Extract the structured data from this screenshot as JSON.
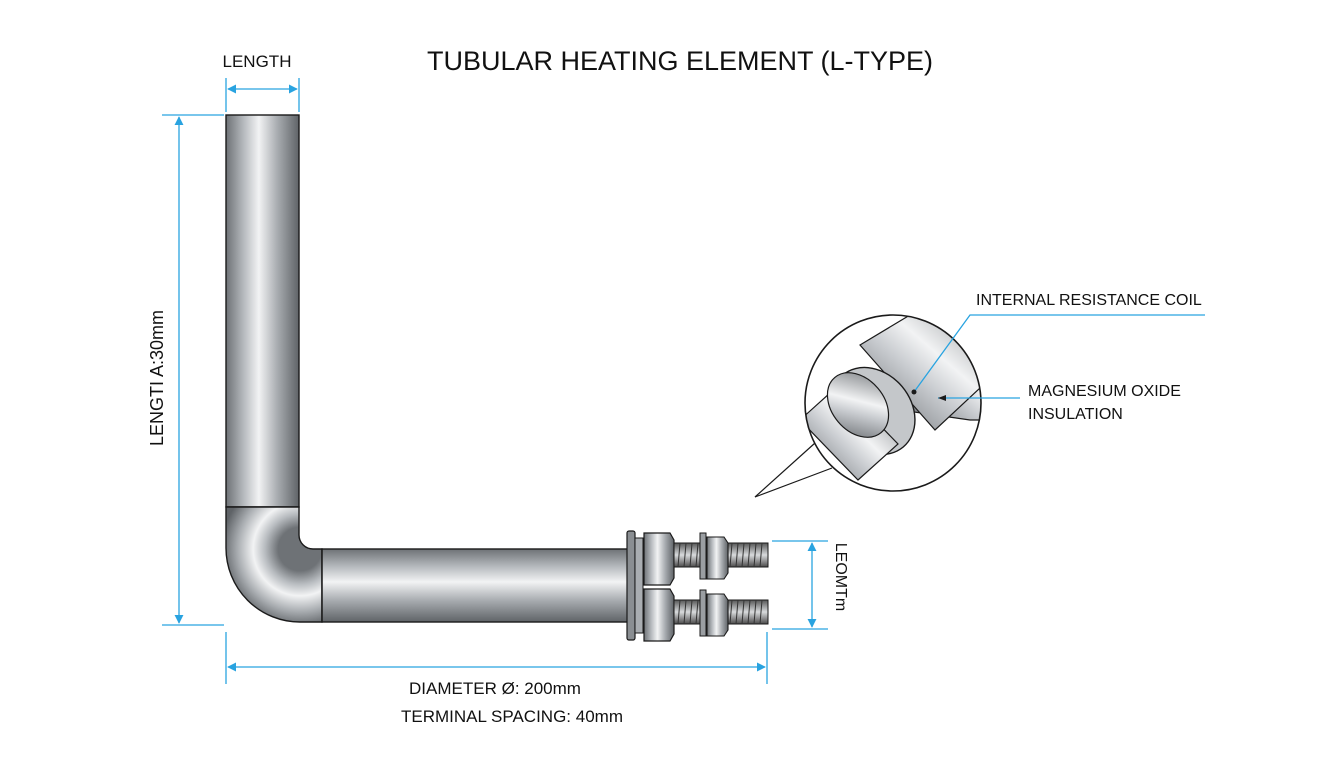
{
  "diagram": {
    "title": "TUBULAR HEATING ELEMENT (L-TYPE)",
    "top_dimension_label": "LENGTH",
    "left_dimension_label": "LENGTI A:30mm",
    "right_dimension_label": "LEOMTm",
    "bottom_label_1": "DIAMETER Ø: 200mm",
    "bottom_label_2": "TERMINAL SPACING: 40mm",
    "callout_1": "INTERNAL RESISTANCE COIL",
    "callout_2_line1": "MAGNESIUM OXIDE",
    "callout_2_line2": "INSULATION",
    "colors": {
      "dimension_line": "#29a3e0",
      "outline": "#1a1a1a",
      "metal_dark": "#6e7276",
      "metal_light": "#f2f3f4"
    }
  }
}
